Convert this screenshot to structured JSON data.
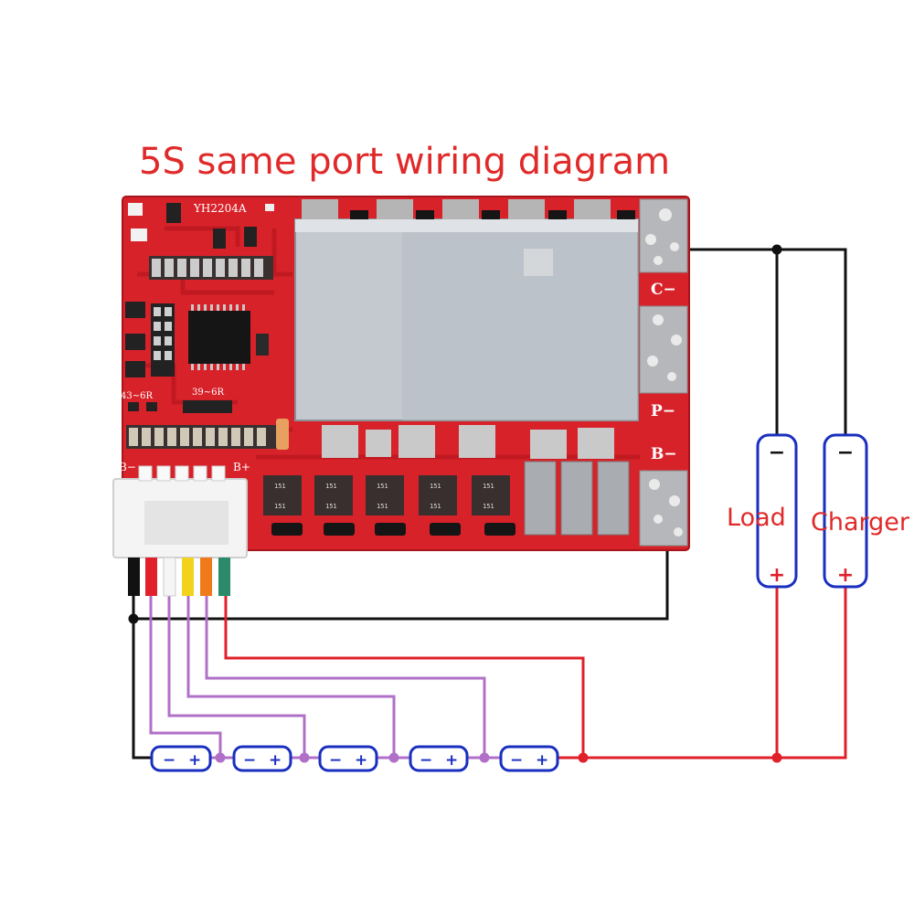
{
  "title": "5S same port wiring diagram",
  "board": {
    "model": "YH2204A",
    "pad_c": "C−",
    "pad_p": "P−",
    "pad_b": "B−",
    "connector_left": "B−",
    "connector_right": "B+",
    "label_r1": "43~6R",
    "label_r2": "39~6R",
    "resistor_code": "151"
  },
  "devices": [
    {
      "name": "Load",
      "minus": "−",
      "plus": "+"
    },
    {
      "name": "Charger",
      "minus": "−",
      "plus": "+"
    }
  ],
  "cells": [
    {
      "minus": "−",
      "plus": "+"
    },
    {
      "minus": "−",
      "plus": "+"
    },
    {
      "minus": "−",
      "plus": "+"
    },
    {
      "minus": "−",
      "plus": "+"
    },
    {
      "minus": "−",
      "plus": "+"
    }
  ],
  "colors": {
    "pcb": "#d8222a",
    "pcb_dark": "#a8141b",
    "heatsink": "#c4c9cf",
    "wire_black": "#111111",
    "wire_red": "#e0202a",
    "wire_purple": "#b070c8",
    "cell_outline": "#1a2fbf",
    "title": "#e02a2a"
  }
}
